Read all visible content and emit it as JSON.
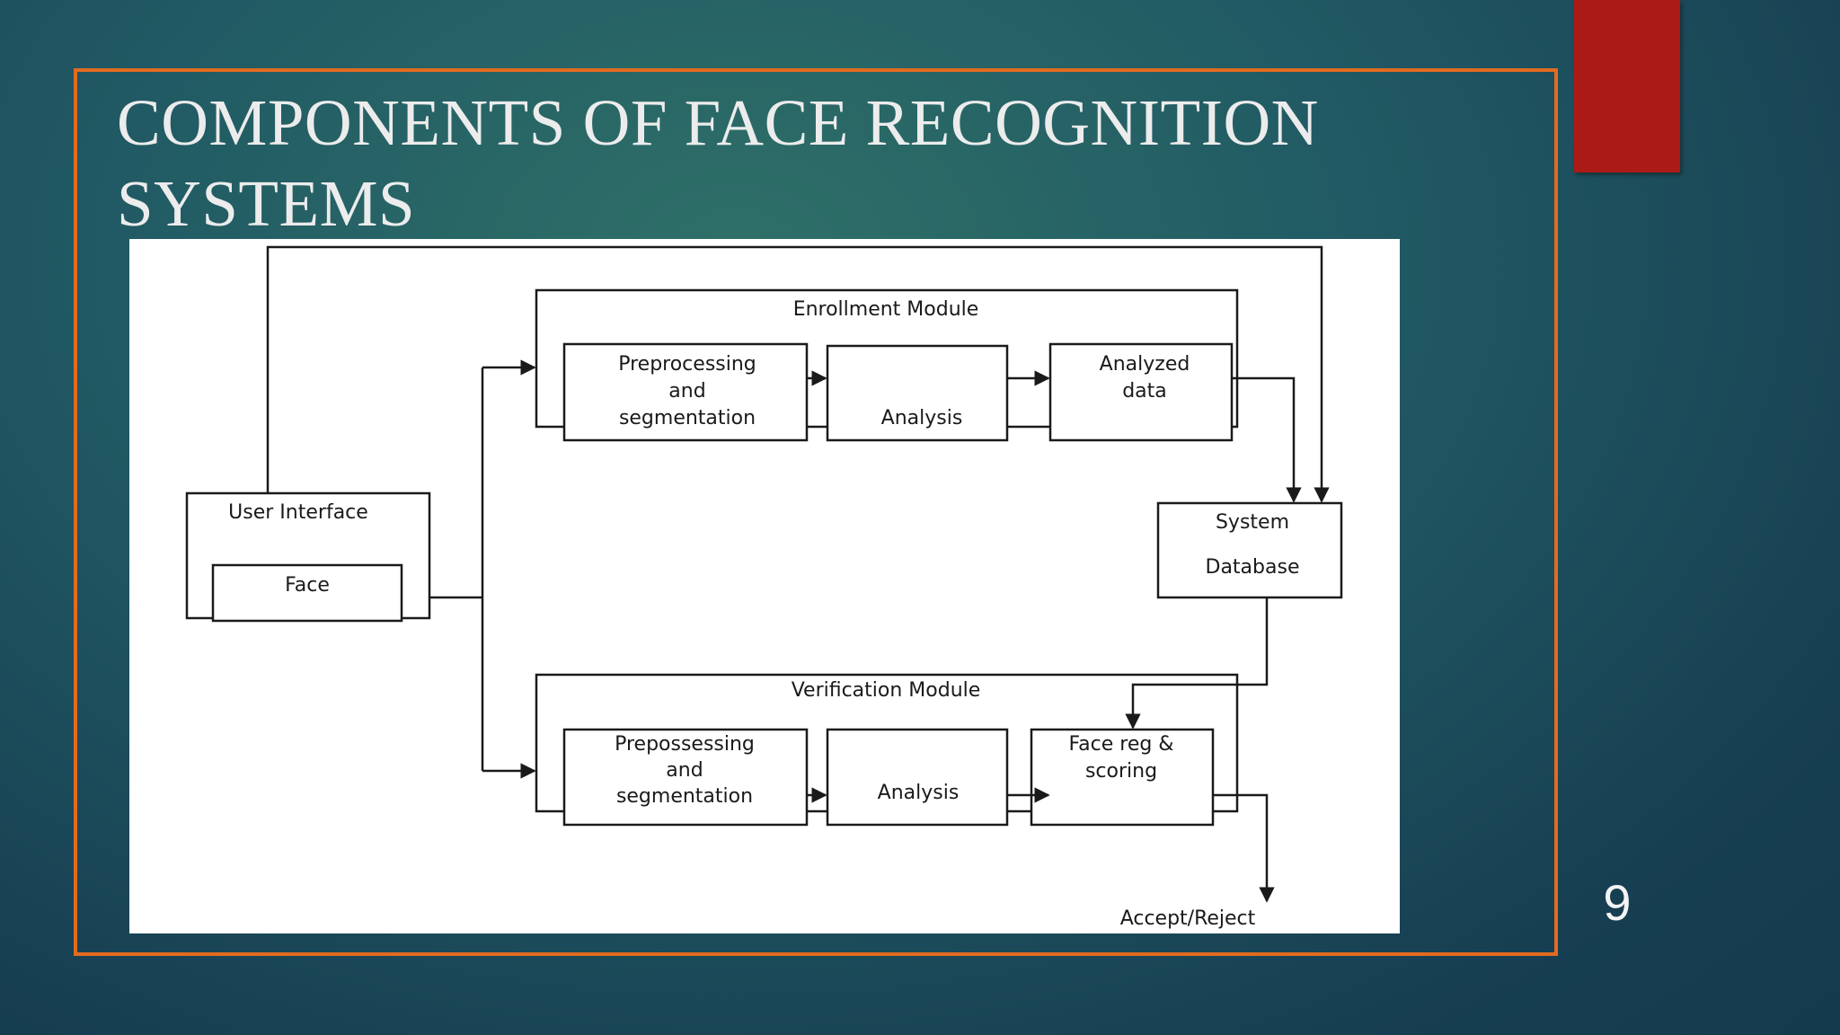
{
  "slide": {
    "title_line1": "COMPONENTS OF FACE RECOGNITION",
    "title_line2": "SYSTEMS",
    "page_number": "9"
  },
  "diagram": {
    "user_interface": "User Interface",
    "face": "Face",
    "enrollment_module": "Enrollment Module",
    "enroll_preprocessing": [
      "Preprocessing",
      "and",
      "segmentation"
    ],
    "enroll_analysis": "Analysis",
    "analyzed_data": [
      "Analyzed",
      "data"
    ],
    "system_database": [
      "System",
      "Database"
    ],
    "verification_module": "Verification Module",
    "verify_preprocessing": [
      "Prepossessing",
      "and",
      "segmentation"
    ],
    "verify_analysis": "Analysis",
    "face_reg_scoring": [
      "Face reg &",
      "scoring"
    ],
    "accept_reject": "Accept/Reject"
  }
}
